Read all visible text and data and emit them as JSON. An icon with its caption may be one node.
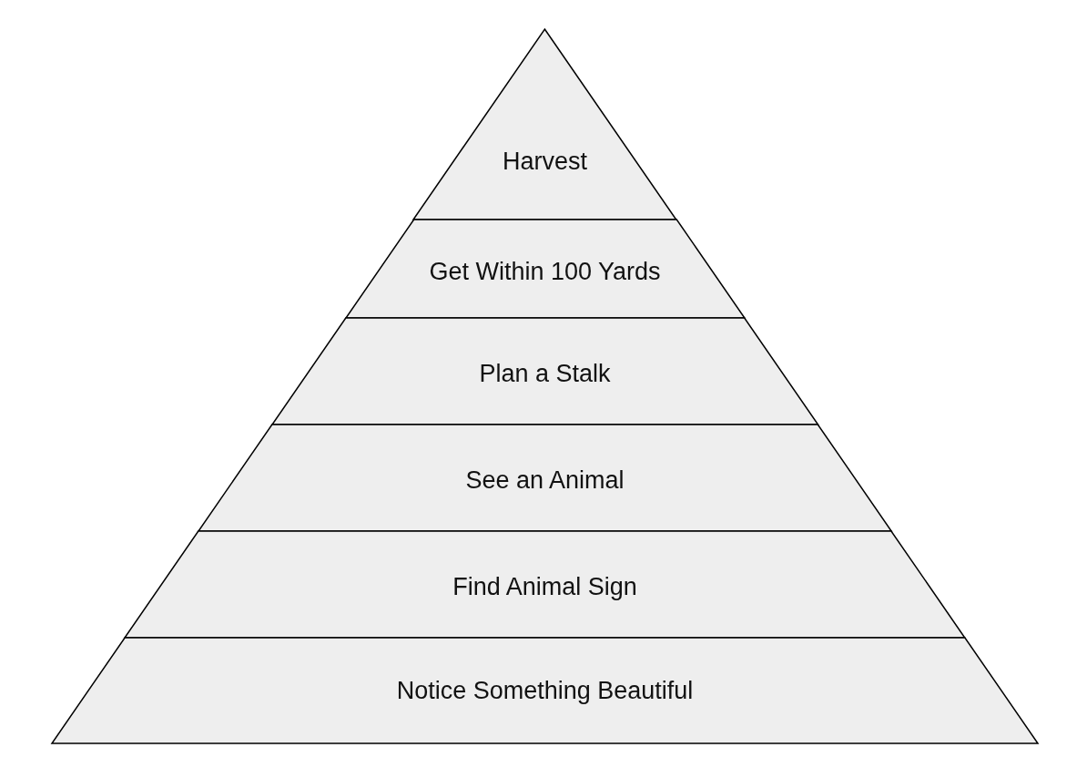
{
  "diagram": {
    "nodes": [
      {
        "text": [
          "Harvest"
        ]
      },
      {
        "text": [
          "Get Within 100 Yards"
        ]
      },
      {
        "text": [
          "Plan a Stalk"
        ]
      },
      {
        "text": [
          "See an Animal"
        ]
      },
      {
        "text": [
          "Find Animal Sign"
        ]
      },
      {
        "text": [
          "Notice Something Beautiful"
        ]
      }
    ]
  }
}
